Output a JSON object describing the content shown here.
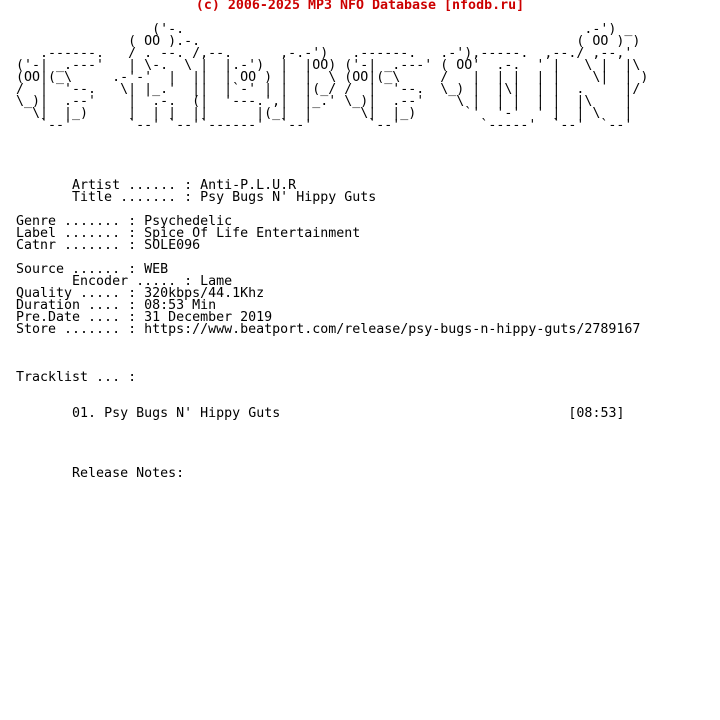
{
  "header": {
    "copyright": "(c) 2006-2025 MP3 NFO Database [nfodb.ru]",
    "color": "#cc0000"
  },
  "logo": {
    "ascii_art": "                 ('-.                                                  .-') _\n              ( OO ).-.                                               ( OO ) )\n   .------.   / . --. /,--.      ,-.-')   .------.   .-'),-----.  ,--./ ,--,'\n('-| _.---'   | \\-.  \\ |  |.-')  |  |OO) ('-| _.---' ( OO'  .-.  ' |   \\ |  |\\\n(OO|(_\\     .-'-'  |  ||  | OO ) |  |  \\ (OO|(_\\     /   |  | |  | |    \\|  | )\n/  |  '--.   \\| |_.'  ||  |`-' | |  |(_/ /  |  '--.  \\_) |  |\\|  | |  .     |/\n\\_)|  .--'    |  .-.  (|  '---.',|  |_.' \\_)|  .--'    \\ |  | |  | |  |\\    |\n  \\|  |_)     |  | |  ||      |(_|  |      \\|  |_)      `'  '-'  ' |  | \\   |\n   `--'       `--' `--'`------'  `--'       `--'          `-----'  `--'  `--'"
  },
  "release": {
    "artist_line": "       Artist ...... : Anti-P.L.U.R",
    "title_line": "       Title ....... : Psy Bugs N' Hippy Guts",
    "genre_line": "Genre ....... : Psychedelic",
    "label_line": "Label ....... : Spice Of Life Entertainment",
    "catnr_line": "Catnr ....... : SOLE096",
    "source_line": "Source ...... : WEB",
    "encoder_line": "       Encoder ..... : Lame",
    "quality_line": "Quality ..... : 320kbps/44.1Khz",
    "duration_line": "Duration .... : 08:53 Min",
    "predate_line": "Pre.Date .... : 31 December 2019",
    "store_line": "Store ....... : https://www.beatport.com/release/psy-bugs-n-hippy-guts/2789167"
  },
  "tracklist": {
    "heading": "Tracklist ... :",
    "tracks": [
      {
        "number": "01.",
        "title": "Psy Bugs N' Hippy Guts",
        "length": "[08:53]"
      }
    ]
  },
  "notes": {
    "heading": "       Release Notes:"
  }
}
